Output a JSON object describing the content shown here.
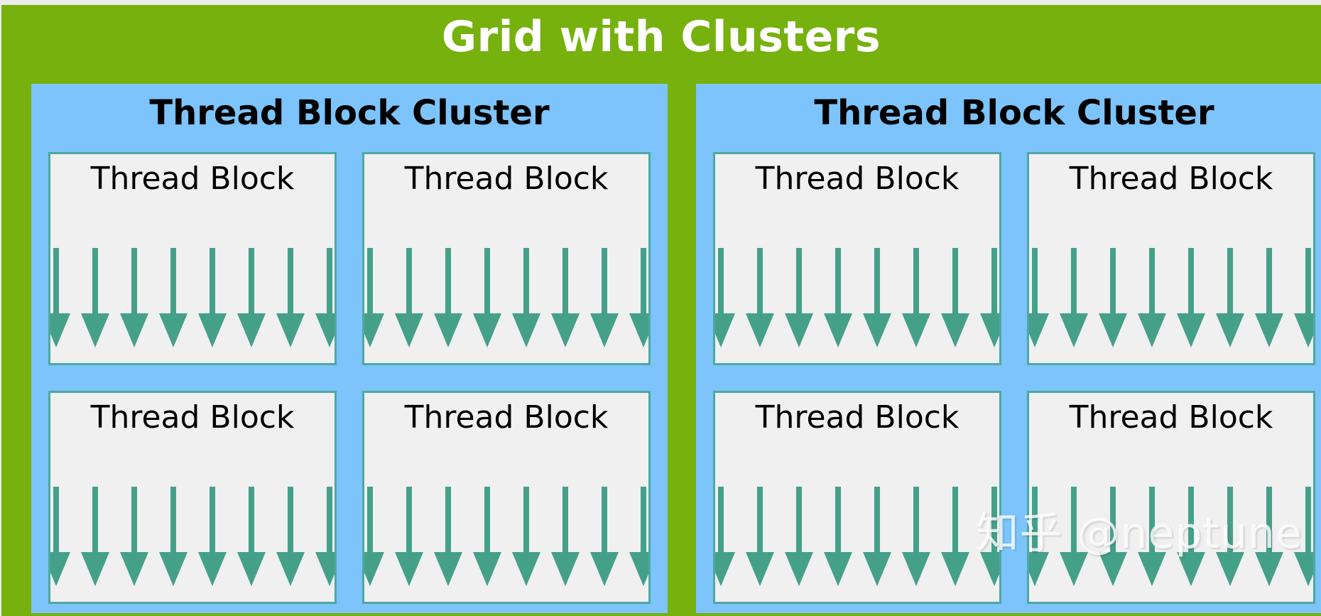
{
  "diagram": {
    "title": "Grid with Clusters",
    "colors": {
      "grid_green": "#76b10d",
      "cluster_blue": "#7cc4fb",
      "block_fill": "#f0f0f0",
      "block_border": "#4ea8a0",
      "arrow_teal": "#45a089",
      "title_text": "#ffffff",
      "label_text": "#000000",
      "page_background": "#ececec"
    },
    "clusters": [
      {
        "label": "Thread Block Cluster",
        "blocks": [
          {
            "label": "Thread Block",
            "threads": 8
          },
          {
            "label": "Thread Block",
            "threads": 8
          },
          {
            "label": "Thread Block",
            "threads": 8
          },
          {
            "label": "Thread Block",
            "threads": 8
          }
        ]
      },
      {
        "label": "Thread Block Cluster",
        "blocks": [
          {
            "label": "Thread Block",
            "threads": 8
          },
          {
            "label": "Thread Block",
            "threads": 8
          },
          {
            "label": "Thread Block",
            "threads": 8
          },
          {
            "label": "Thread Block",
            "threads": 8
          }
        ]
      }
    ]
  },
  "watermark": {
    "text": "知乎 @neptune"
  }
}
